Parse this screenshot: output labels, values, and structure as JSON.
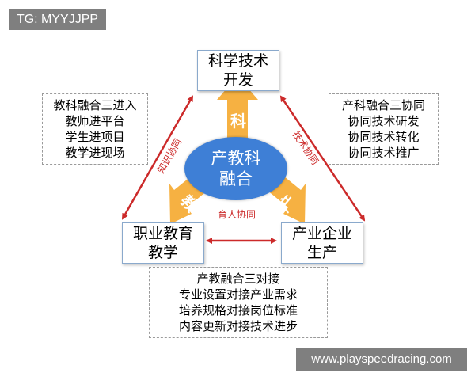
{
  "watermark": {
    "tag": "TG: MYYJJPP",
    "url": "www.playspeedracing.com"
  },
  "center": {
    "line1": "产教科",
    "line2": "融合"
  },
  "nodes": {
    "top": {
      "line1": "科学技术",
      "line2": "开发"
    },
    "left": {
      "line1": "职业教育",
      "line2": "教学"
    },
    "right": {
      "line1": "产业企业",
      "line2": "生产"
    }
  },
  "arrows": {
    "top": "科",
    "left": "教",
    "right": "产"
  },
  "edges": {
    "left": "知识协同",
    "right": "技术协同",
    "bottom": "育人协同"
  },
  "notes": {
    "left": [
      "教科融合三进入",
      "教师进平台",
      "学生进项目",
      "教学进现场"
    ],
    "right": [
      "产科融合三协同",
      "协同技术研发",
      "协同技术转化",
      "协同技术推广"
    ],
    "bottom": [
      "产教融合三对接",
      "专业设置对接产业需求",
      "培养规格对接岗位标准",
      "内容更新对接技术进步"
    ]
  },
  "colors": {
    "box_border": "#8aa9cc",
    "ellipse": "#3e7fd6",
    "arrow": "#f6b142",
    "edge": "#cc2a2a",
    "watermark_bg": "#7f7f7f"
  }
}
